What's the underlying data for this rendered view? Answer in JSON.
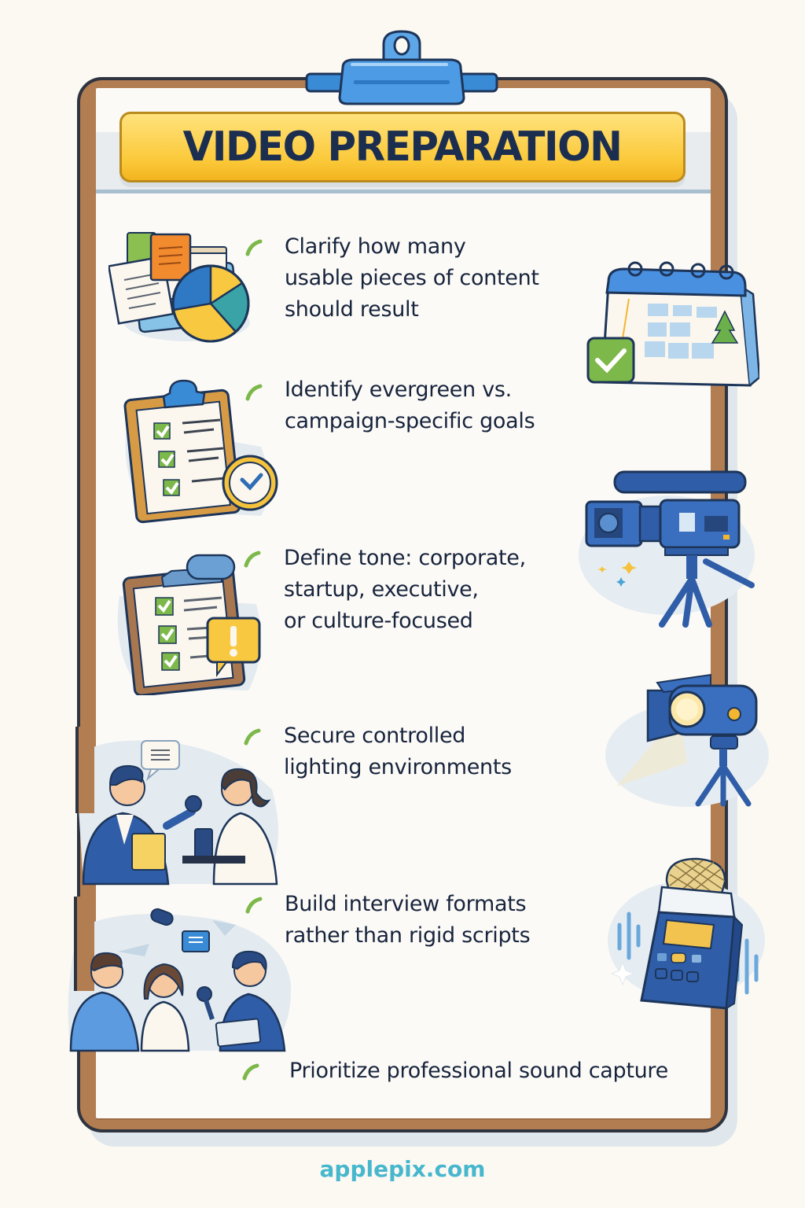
{
  "title": "VIDEO PREPARATION",
  "items": [
    {
      "lines": [
        "Clarify how many",
        "usable pieces of content",
        "should result"
      ],
      "icon": "documents-pie-chart-icon"
    },
    {
      "lines": [
        "Identify evergreen vs.",
        "campaign-specific goals"
      ],
      "icon": "checklist-clock-icon"
    },
    {
      "lines": [
        "Define tone: corporate,",
        "startup, executive,",
        "or culture-focused"
      ],
      "icon": "checklist-alert-icon"
    },
    {
      "lines": [
        "Secure controlled",
        "lighting environments"
      ],
      "icon": "interview-two-people-icon"
    },
    {
      "lines": [
        "Build interview formats",
        "rather than rigid scripts"
      ],
      "icon": "group-interview-icon"
    },
    {
      "lines": [
        "Prioritize professional sound capture"
      ],
      "icon": "check-icon"
    }
  ],
  "side_illustrations": [
    "calendar-check-icon",
    "video-camera-tripod-icon",
    "studio-light-tripod-icon",
    "audio-recorder-icon"
  ],
  "footer": "applepix.com",
  "colors": {
    "board": "#b37d52",
    "title_plate": "#fbc93a",
    "title_text": "#1c2e4f",
    "check": "#7cb84a",
    "footer": "#47b7cd",
    "accent_blue": "#2f6db5"
  }
}
